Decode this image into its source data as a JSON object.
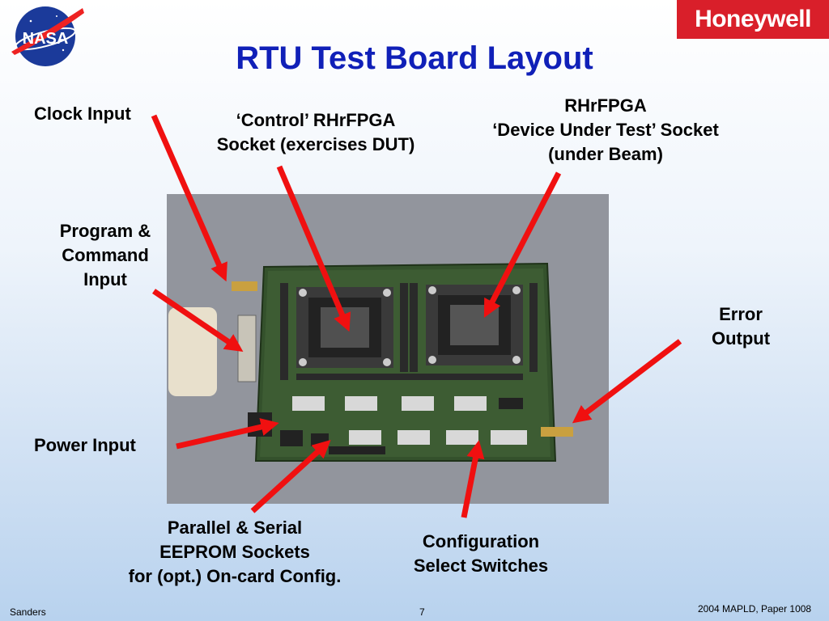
{
  "slide": {
    "title": "RTU Test Board Layout",
    "honeywell_text": "Honeywell",
    "nasa_text": "NASA"
  },
  "labels": {
    "clock_input": "Clock Input",
    "control_socket": [
      "‘Control’ RHrFPGA",
      "Socket (exercises DUT)"
    ],
    "dut_socket": [
      "RHrFPGA",
      "‘Device Under Test’ Socket",
      "(under Beam)"
    ],
    "program_input": [
      "Program &",
      "Command",
      "Input"
    ],
    "error_output": [
      "Error",
      "Output"
    ],
    "power_input": "Power Input",
    "eeprom": [
      "Parallel & Serial",
      "EEPROM Sockets",
      "for (opt.) On-card Config."
    ],
    "config_switches": [
      "Configuration",
      "Select Switches"
    ]
  },
  "footer": {
    "left": "Sanders",
    "center": "7",
    "right": "2004 MAPLD, Paper 1008"
  },
  "colors": {
    "title": "#1020b8",
    "arrow": "#f01010",
    "honeywell_bg": "#d91f2a",
    "board": "#2f4a2a"
  }
}
